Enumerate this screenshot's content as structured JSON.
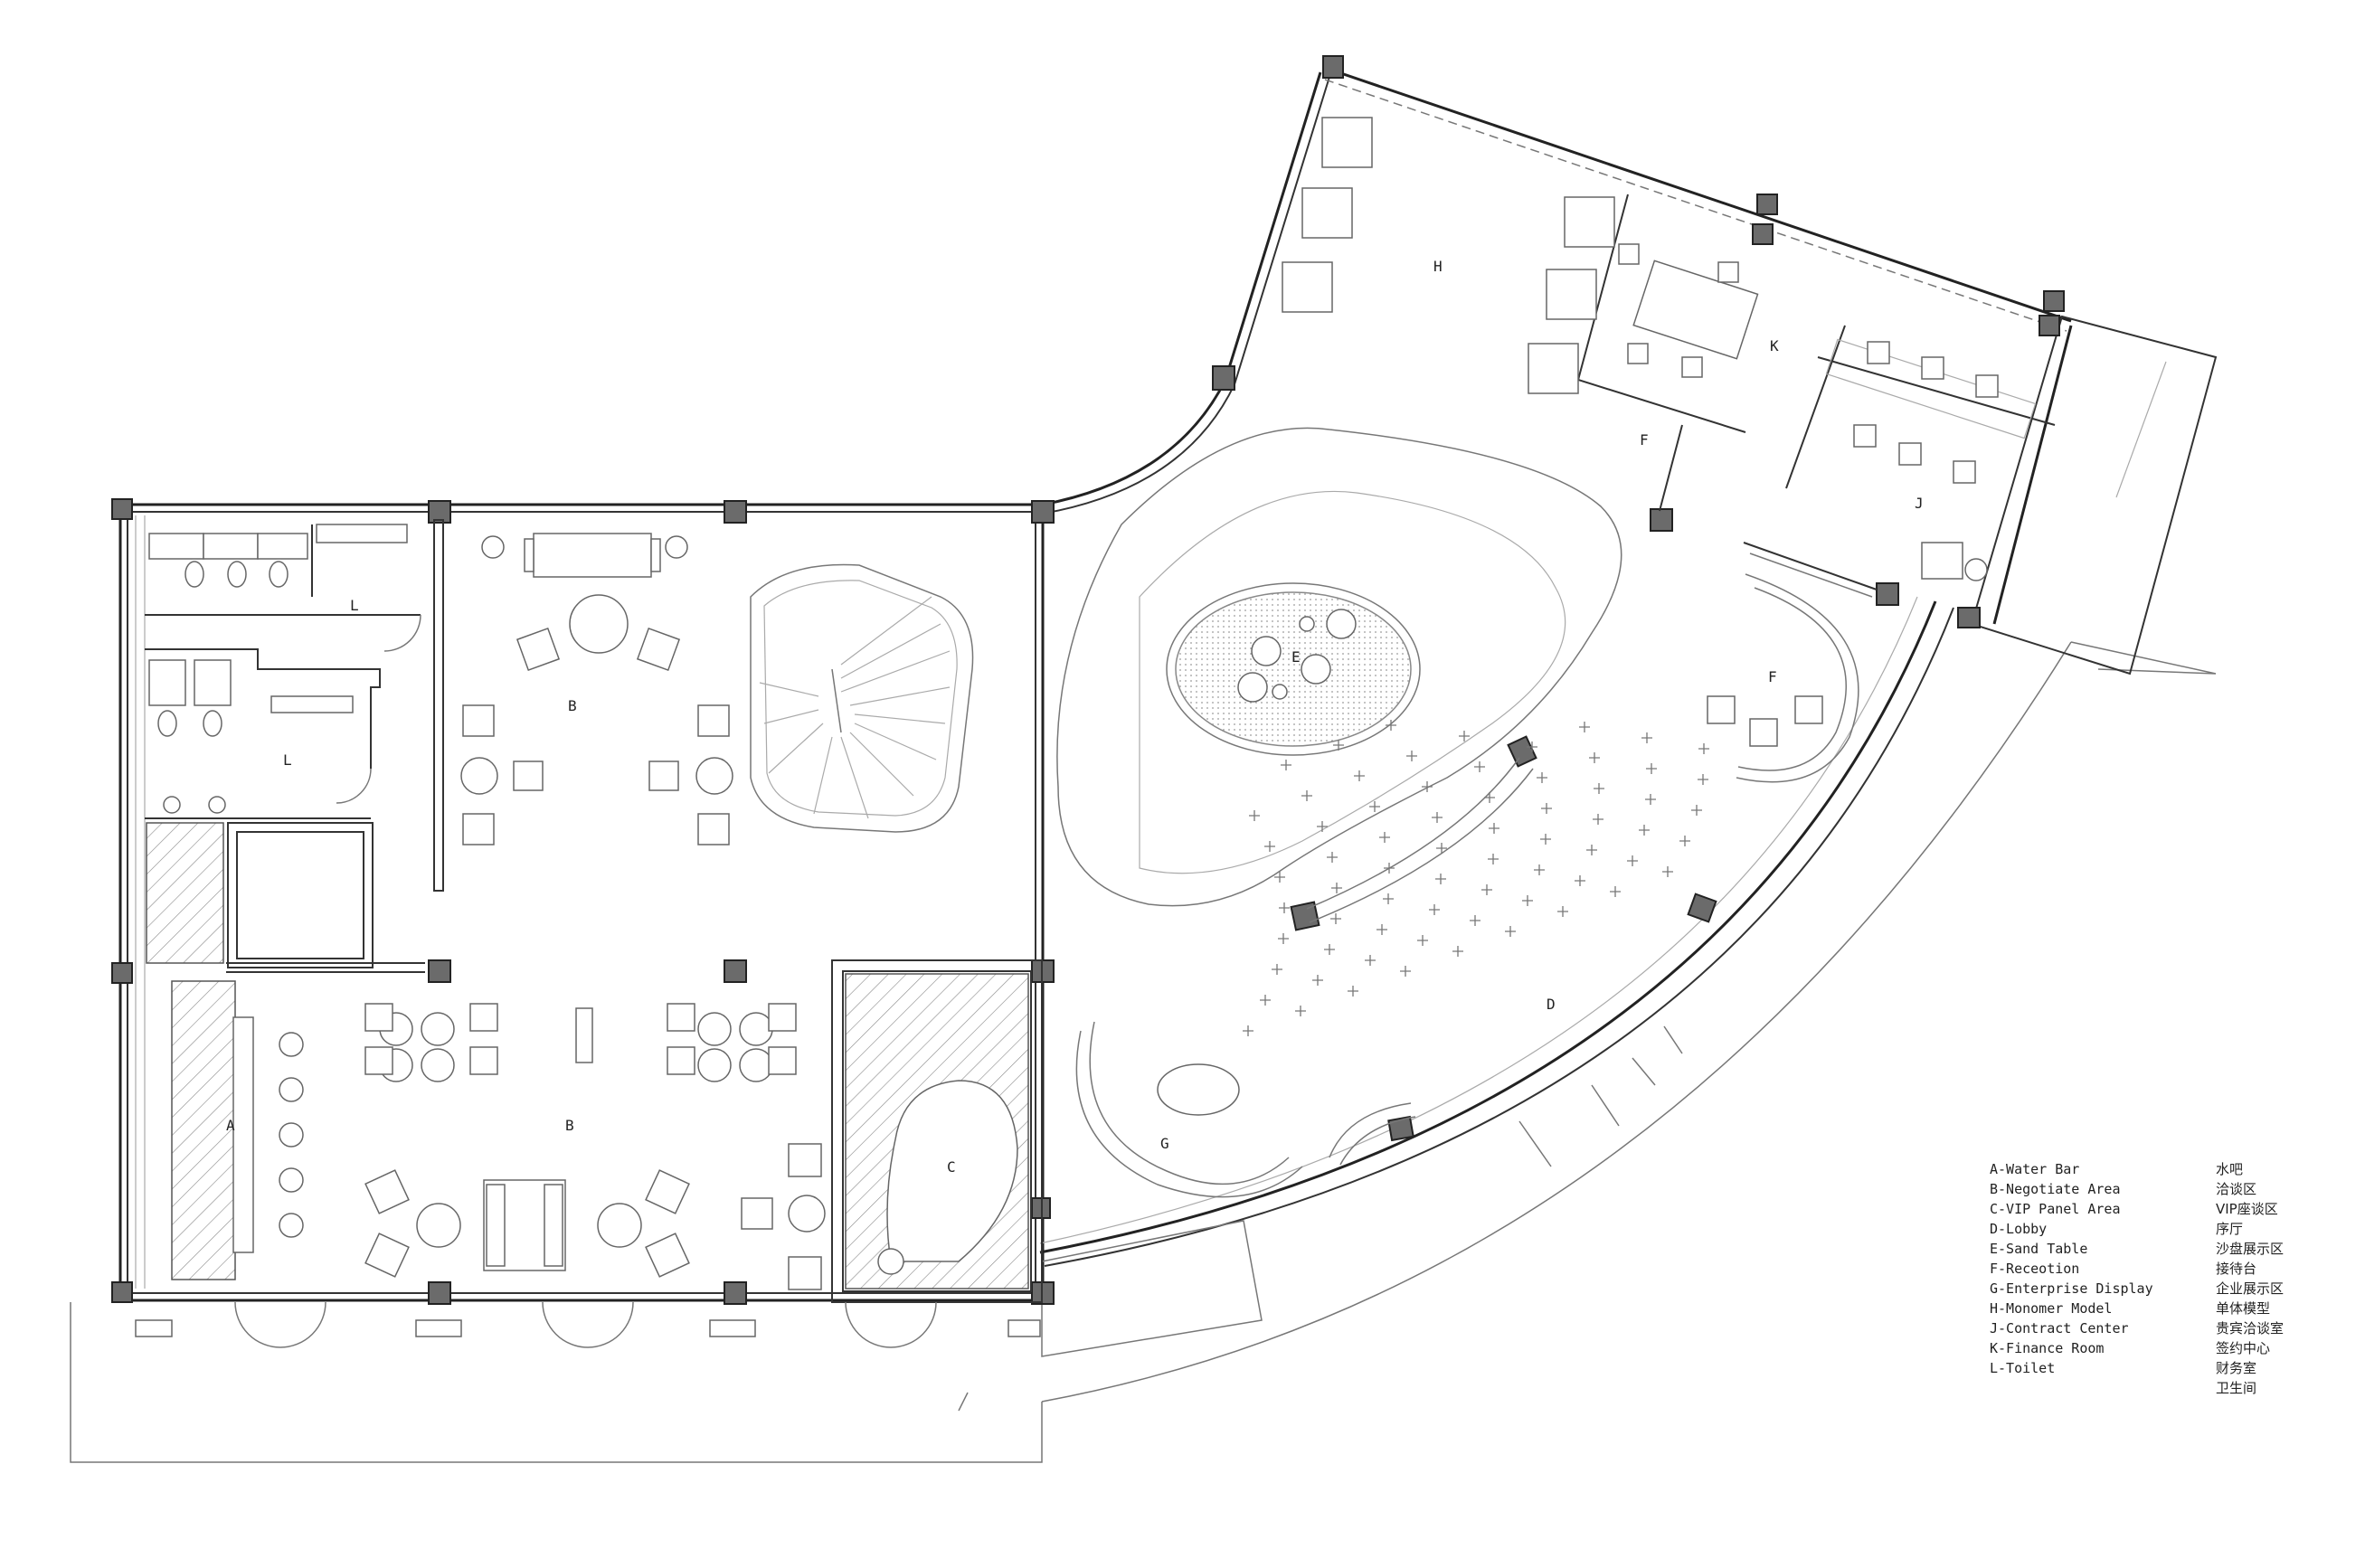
{
  "zones": {
    "A": "A",
    "B1": "B",
    "B2": "B",
    "C": "C",
    "D": "D",
    "E": "E",
    "F1": "F",
    "F2": "F",
    "G": "G",
    "H": "H",
    "J": "J",
    "K": "K",
    "L1": "L",
    "L2": "L"
  },
  "legend": [
    {
      "en": "A-Water Bar",
      "zh": "水吧"
    },
    {
      "en": "B-Negotiate Area",
      "zh": "洽谈区"
    },
    {
      "en": "C-VIP Panel Area",
      "zh": "VIP座谈区"
    },
    {
      "en": "D-Lobby",
      "zh": "序厅"
    },
    {
      "en": "E-Sand Table",
      "zh": "沙盘展示区"
    },
    {
      "en": "F-Receotion",
      "zh": "接待台"
    },
    {
      "en": "G-Enterprise Display",
      "zh": "企业展示区"
    },
    {
      "en": "H-Monomer Model",
      "zh": "单体模型"
    },
    {
      "en": "J-Contract Center",
      "zh": "贵宾洽谈室"
    },
    {
      "en": "K-Finance Room",
      "zh": "签约中心"
    },
    {
      "en": "L-Toilet",
      "zh": "财务室"
    },
    {
      "en": "",
      "zh": "卫生间"
    }
  ]
}
